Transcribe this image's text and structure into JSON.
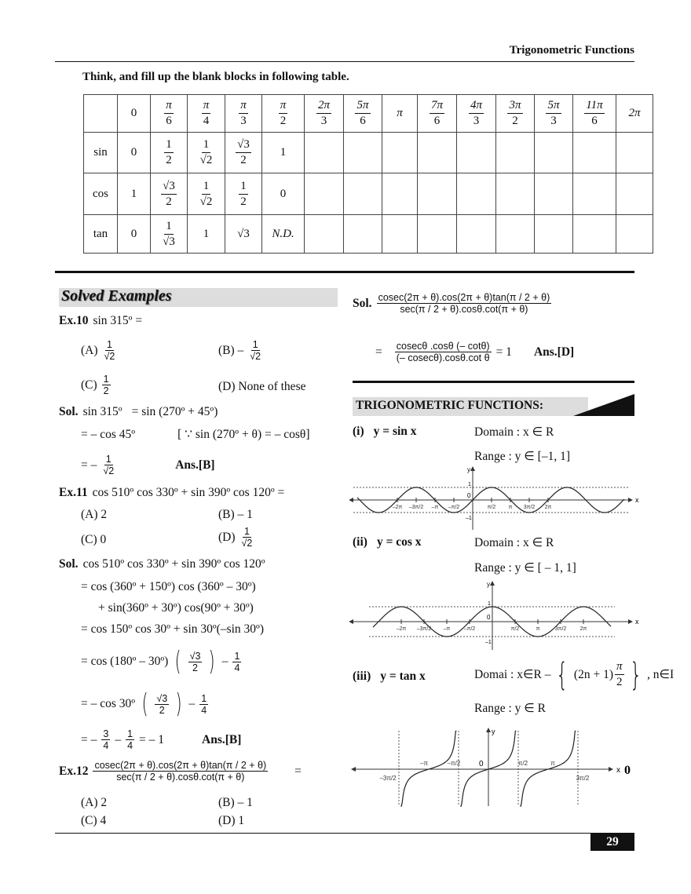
{
  "header": {
    "title": "Trigonometric Functions"
  },
  "instruction": "Think, and fill up the blank blocks in following table.",
  "table": {
    "columns": [
      "",
      [
        "0"
      ],
      [
        "π",
        "6"
      ],
      [
        "π",
        "4"
      ],
      [
        "π",
        "3"
      ],
      [
        "π",
        "2"
      ],
      [
        "2π",
        "3"
      ],
      [
        "5π",
        "6"
      ],
      [
        "π"
      ],
      [
        "7π",
        "6"
      ],
      [
        "4π",
        "3"
      ],
      [
        "3π",
        "2"
      ],
      [
        "5π",
        "3"
      ],
      [
        "11π",
        "6"
      ],
      [
        "2π"
      ]
    ],
    "rows": [
      {
        "label": "sin",
        "values": [
          [
            "0"
          ],
          [
            "1",
            "2"
          ],
          [
            "1",
            "√2"
          ],
          [
            "√3",
            "2"
          ],
          [
            "1"
          ],
          [
            ""
          ],
          [
            ""
          ],
          [
            ""
          ],
          [
            ""
          ],
          [
            ""
          ],
          [
            ""
          ],
          [
            ""
          ],
          [
            ""
          ],
          [
            ""
          ]
        ]
      },
      {
        "label": "cos",
        "values": [
          [
            "1"
          ],
          [
            "√3",
            "2"
          ],
          [
            "1",
            "√2"
          ],
          [
            "1",
            "2"
          ],
          [
            "0"
          ],
          [
            ""
          ],
          [
            ""
          ],
          [
            ""
          ],
          [
            ""
          ],
          [
            ""
          ],
          [
            ""
          ],
          [
            ""
          ],
          [
            ""
          ],
          [
            ""
          ]
        ]
      },
      {
        "label": "tan",
        "values": [
          [
            "0"
          ],
          [
            "1",
            "√3"
          ],
          [
            "1"
          ],
          [
            "√3"
          ],
          [
            "N.D."
          ],
          [
            ""
          ],
          [
            ""
          ],
          [
            ""
          ],
          [
            ""
          ],
          [
            ""
          ],
          [
            ""
          ],
          [
            ""
          ],
          [
            ""
          ],
          [
            ""
          ]
        ]
      }
    ]
  },
  "solved_heading": "Solved Examples",
  "ex10": {
    "label": "Ex.10",
    "question": "sin 315º =",
    "A": {
      "l": "(A)",
      "n": "1",
      "d": "√2"
    },
    "B": {
      "l": "(B) –",
      "n": "1",
      "d": "√2"
    },
    "C": {
      "l": "(C)",
      "n": "1",
      "d": "2"
    },
    "D": {
      "l": "(D) None of these"
    },
    "sol": {
      "label": "Sol.",
      "l1a": "sin 315º",
      "l1b": "= sin (270º + 45º)",
      "l2a": "= – cos 45º",
      "l2b": "[ ∵ sin (270º + θ) = – cosθ]",
      "l3a": "= –",
      "n": "1",
      "d": "√2",
      "ans": "Ans.[B]"
    }
  },
  "ex11": {
    "label": "Ex.11",
    "question": "cos 510º cos 330º  + sin 390º cos 120º =",
    "A": "(A) 2",
    "B": "(B) – 1",
    "C": "(C) 0",
    "D": {
      "l": "(D)",
      "n": "1",
      "d": "√2"
    },
    "sol": {
      "label": "Sol.",
      "l1": "cos 510º cos 330º  + sin 390º cos 120º",
      "l2": "=  cos (360º + 150º) cos (360º – 30º)",
      "l3": "+ sin(360º + 30º) cos(90º + 30º)",
      "l4": "=  cos 150º cos 30º + sin 30º(–sin 30º)",
      "l5a": "=  cos (180º – 30º)",
      "l5n": "√3",
      "l5d": "2",
      "l5m": "–",
      "l5n2": "1",
      "l5d2": "4",
      "l6a": "=  – cos 30º",
      "l6n": "√3",
      "l6d": "2",
      "l6m": "–",
      "l6n2": "1",
      "l6d2": "4",
      "l7a": "= –",
      "l7n": "3",
      "l7d": "4",
      "l7m": "–",
      "l7n2": "1",
      "l7d2": "4",
      "l7b": "= – 1",
      "ans": "Ans.[B]"
    }
  },
  "ex12": {
    "label": "Ex.12",
    "n": "cosec(2π + θ).cos(2π + θ)tan(π / 2 + θ)",
    "d": "sec(π / 2 + θ).cosθ.cot(π + θ)",
    "eq": "=",
    "A": "(A) 2",
    "B": "(B) – 1",
    "C": "(C) 4",
    "D": "(D) 1",
    "sol": {
      "label": "Sol.",
      "n": "cosec(2π + θ).cos(2π + θ)tan(π / 2 + θ)",
      "d": "sec(π / 2 + θ).cosθ.cot(π + θ)",
      "eq": "=",
      "n2": "cosecθ .cosθ (– cotθ)",
      "d2": "(– cosecθ).cosθ.cot θ",
      "res": "= 1",
      "ans": "Ans.[D]"
    }
  },
  "trig_heading": "TRIGONOMETRIC FUNCTIONS:",
  "functions": [
    {
      "num": "(i)",
      "eq": "y = sin x",
      "domain": "Domain : x ∈ R",
      "range": "Range : y ∈ [–1, 1]",
      "graph": {
        "ticks": [
          "–2π",
          "–3π/2",
          "–π",
          "–π/2",
          "π/2",
          "π",
          "3π/2",
          "2π"
        ],
        "axis_x": "x",
        "axis_y": "y",
        "origin": "0",
        "one": "1",
        "minus_one": "–1"
      }
    },
    {
      "num": "(ii)",
      "eq": "y = cos x",
      "domain": "Domain : x ∈ R",
      "range": "Range : y ∈ [ – 1, 1]",
      "graph": {
        "ticks": [
          "–2π",
          "–3π/2",
          "–π",
          "–π/2",
          "π/2",
          "π",
          "3π/2",
          "2π"
        ],
        "axis_x": "x",
        "axis_y": "y",
        "origin": "0",
        "one": "1",
        "minus_one": "–1"
      }
    },
    {
      "num": "(iii)",
      "eq": "y = tan x",
      "domain_a": "Domai : x∈R –",
      "domain_b": "(2n + 1)",
      "domain_n": "π",
      "domain_d": "2",
      "domain_c": ", n∈I",
      "range": "Range : y ∈ R",
      "graph": {
        "ticks": [
          "–3π/2",
          "–π",
          "–π/2",
          "π/2",
          "π",
          "3π/2"
        ],
        "axis_x": "x",
        "axis_y": "y",
        "origin": "0",
        "stray": "0"
      }
    }
  ],
  "page_number": "29"
}
